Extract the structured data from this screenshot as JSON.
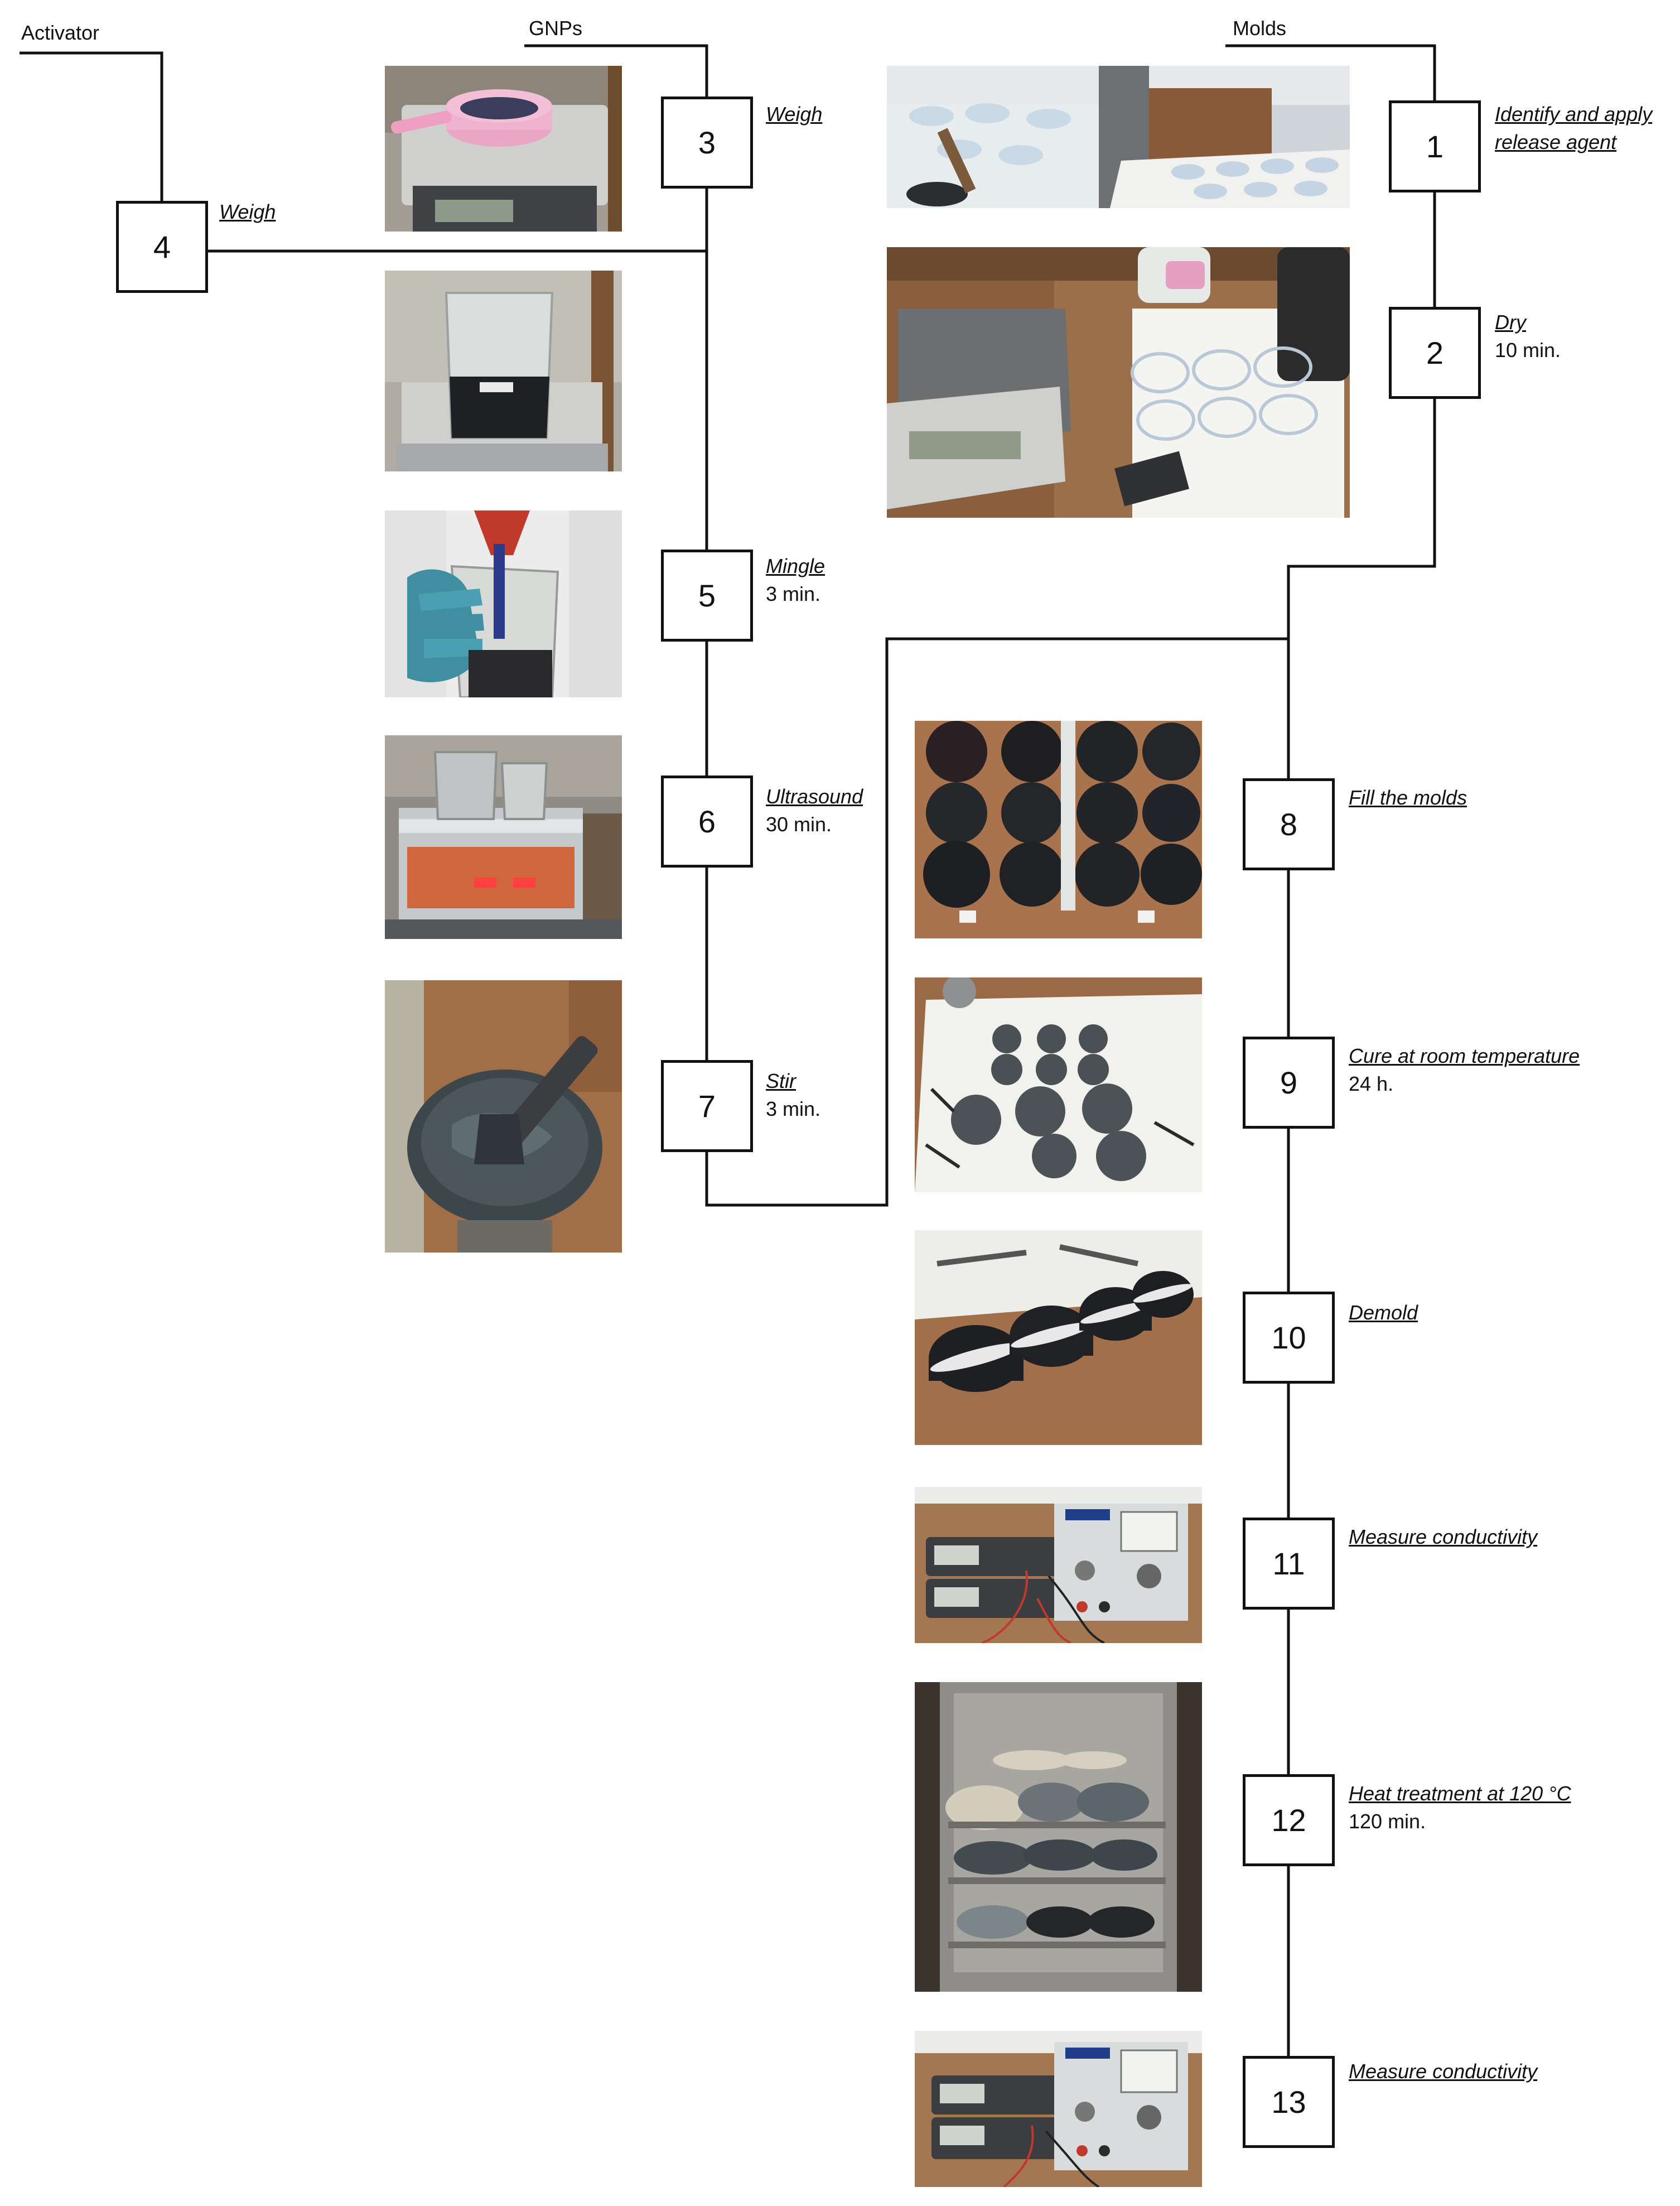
{
  "inputs": {
    "activator": "Activator",
    "gnps": "GNPs",
    "molds": "Molds"
  },
  "steps": [
    {
      "num": "1",
      "title": "Identify and apply",
      "title2": "release agent",
      "duration": ""
    },
    {
      "num": "2",
      "title": "Dry",
      "duration": "10 min."
    },
    {
      "num": "3",
      "title": "Weigh",
      "duration": ""
    },
    {
      "num": "4",
      "title": "Weigh",
      "duration": ""
    },
    {
      "num": "5",
      "title": "Mingle",
      "duration": "3 min."
    },
    {
      "num": "6",
      "title": "Ultrasound",
      "duration": "30 min."
    },
    {
      "num": "7",
      "title": "Stir",
      "duration": "3 min."
    },
    {
      "num": "8",
      "title": "Fill the molds",
      "duration": ""
    },
    {
      "num": "9",
      "title": "Cure at room temperature",
      "duration": "24 h."
    },
    {
      "num": "10",
      "title": "Demold",
      "duration": ""
    },
    {
      "num": "11",
      "title": "Measure conductivity",
      "duration": ""
    },
    {
      "num": "12",
      "title": "Heat treatment at 120 °C",
      "duration": "120 min."
    },
    {
      "num": "13",
      "title": "Measure conductivity",
      "duration": ""
    }
  ],
  "colors": {
    "line": "#111111",
    "wood": "#8a5a3c",
    "dark_sample": "#2b2d30",
    "paper": "#f3f3f0",
    "lab_wall": "#b9b6ad",
    "steel": "#c7c9cb"
  }
}
